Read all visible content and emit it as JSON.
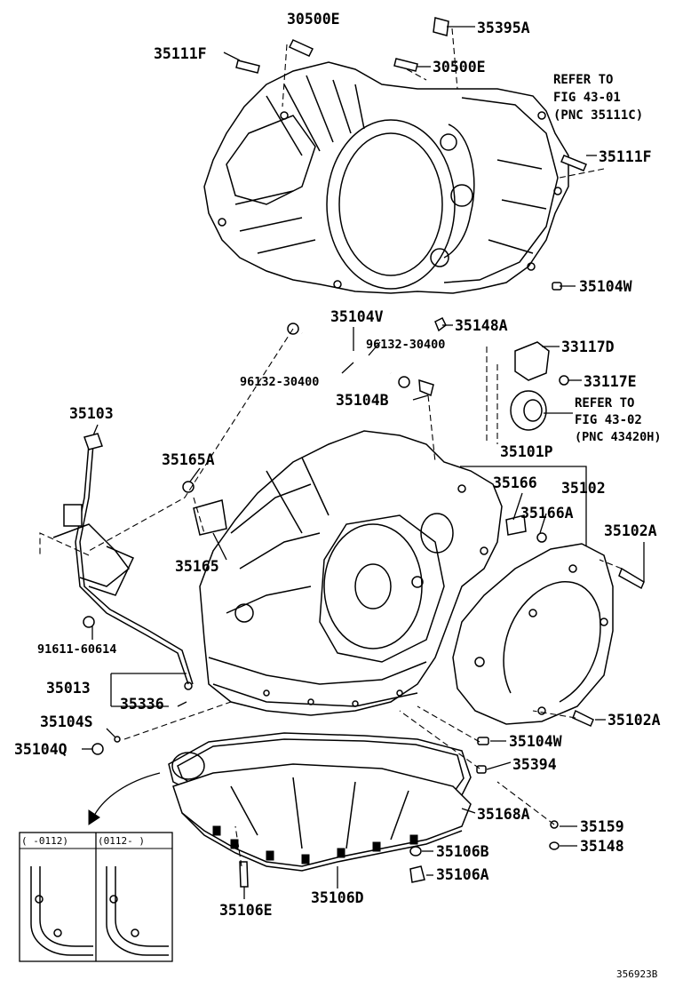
{
  "labels": {
    "l30500e_top": "30500E",
    "l35395a": "35395A",
    "l35111f_left": "35111F",
    "l30500e_mid": "30500E",
    "refer_1_line1": "REFER TO",
    "refer_1_line2": "FIG 43-01",
    "refer_1_line3": "(PNC 35111C)",
    "l35111f_right": "35111F",
    "l35104w_top": "35104W",
    "l35148a": "35148A",
    "l35104v": "35104V",
    "l96132_upper": "96132-30400",
    "l96132_lower": "96132-30400",
    "l33117d": "33117D",
    "l33117e": "33117E",
    "l35104b": "35104B",
    "refer_2_line1": "REFER TO",
    "refer_2_line2": "FIG 43-02",
    "refer_2_line3": "(PNC 43420H)",
    "l35103": "35103",
    "l35101p": "35101P",
    "l35165a": "35165A",
    "l35166": "35166",
    "l35102": "35102",
    "l35166a": "35166A",
    "l35102a_upper": "35102A",
    "l35165": "35165",
    "l91611": "91611-60614",
    "l35013": "35013",
    "l35336": "35336",
    "l35104s": "35104S",
    "l35102a_lower": "35102A",
    "l35104q": "35104Q",
    "l35104w_lower": "35104W",
    "l35394": "35394",
    "l35168a": "35168A",
    "l35159": "35159",
    "l35148": "35148",
    "l35106b": "35106B",
    "l35106a": "35106A",
    "l35106e": "35106E",
    "l35106d": "35106D",
    "inset_left": "(    -0112)",
    "inset_right": "(0112-    )",
    "figure_code": "356923B"
  }
}
